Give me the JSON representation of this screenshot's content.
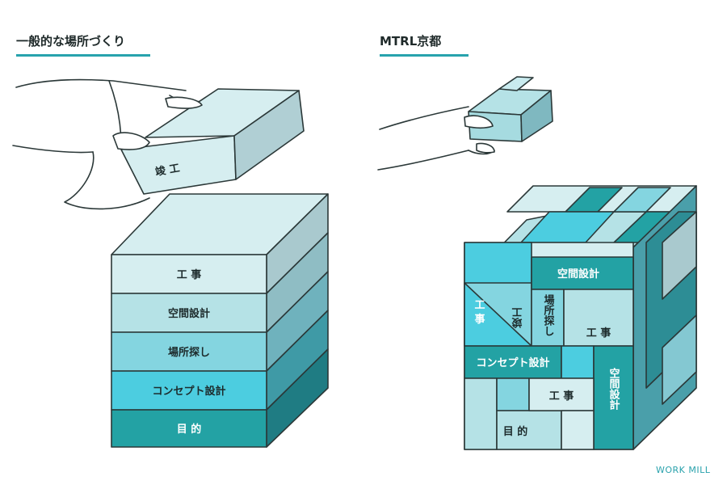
{
  "headings": {
    "left": "一般的な場所づくり",
    "right": "MTRL京都"
  },
  "left_stack": {
    "held_block": "竣 工",
    "layers": [
      "工 事",
      "空間設計",
      "場所探し",
      "コンセプト設計",
      "目 的"
    ]
  },
  "right_cube": {
    "labels": {
      "top_center": "空間設計",
      "left_vertical": "工 事",
      "small_diag": "竣工",
      "mid_vertical": "場所探し",
      "mid_right": "工 事",
      "concept": "コンセプト設計",
      "bottom_mid": "工 事",
      "bottom_left": "目 的",
      "right_vertical": "空間設計"
    }
  },
  "credit": "WORK MILL",
  "colors": {
    "accent": "#27a3ad",
    "layer_1": "#d6eef0",
    "layer_2": "#b5e2e6",
    "layer_3": "#84d5e0",
    "layer_4": "#4ccde0",
    "layer_5": "#23a2a4"
  }
}
